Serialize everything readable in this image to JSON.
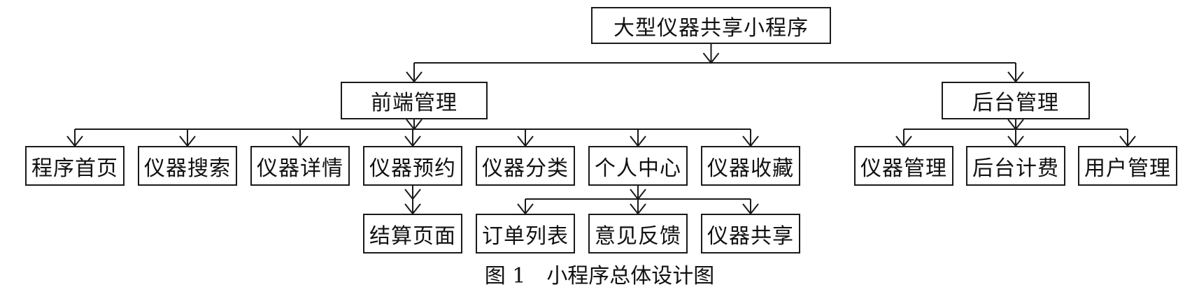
{
  "diagram": {
    "root": "大型仪器共享小程序",
    "front": {
      "label": "前端管理",
      "children": [
        "程序首页",
        "仪器搜索",
        "仪器详情",
        "仪器预约",
        "仪器分类",
        "个人中心",
        "仪器收藏"
      ],
      "booking_child": "结算页面",
      "personal_children": [
        "订单列表",
        "意见反馈",
        "仪器共享"
      ]
    },
    "back": {
      "label": "后台管理",
      "children": [
        "仪器管理",
        "后台计费",
        "用户管理"
      ]
    }
  },
  "caption": {
    "number": "图 1",
    "title": "小程序总体设计图"
  }
}
